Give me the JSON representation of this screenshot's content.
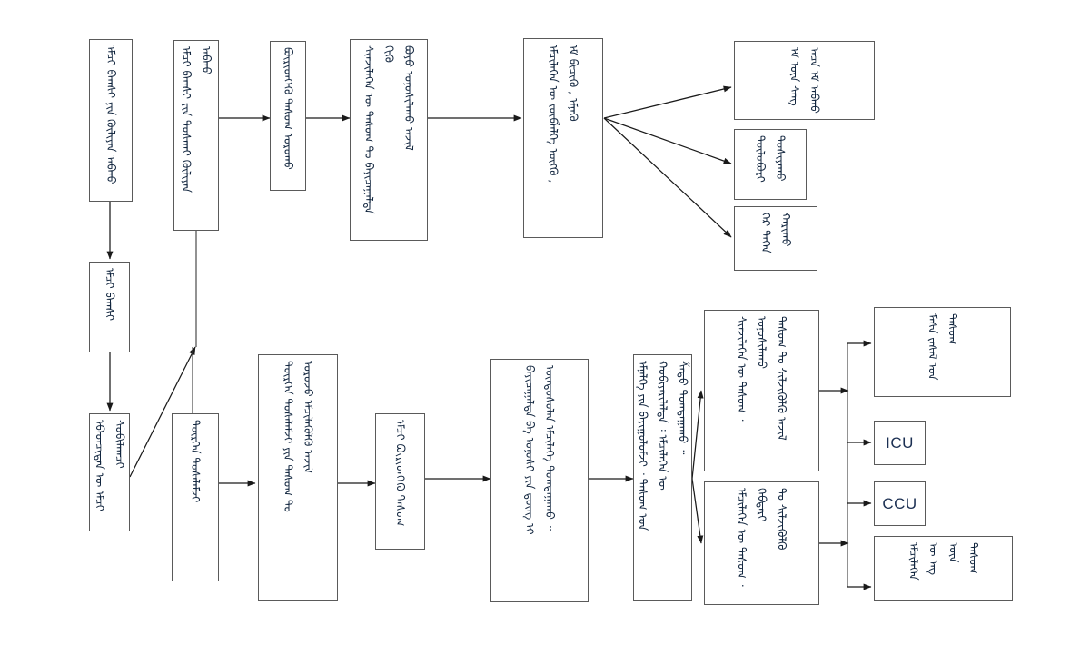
{
  "diagram": {
    "title": "Emergency patient triage and treatment workflow (Traditional Mongolian)",
    "script": "Traditional Mongolian (vertical)",
    "background_color": "#ffffff",
    "box_border_color": "#5a5a5a",
    "line_color": "#1a1a1a",
    "text_color": "#12263f"
  },
  "nodes": {
    "n1": {
      "id": "n1",
      "label": "ᠡᠮᠴᠢ ᠪᠠᠭᠰᠢ ᠶᠢᠨ ᠬᠦᠯᠢᠶᠡᠨ ᠠᠪᠬᠤ",
      "kind": "process"
    },
    "n2": {
      "id": "n2",
      "label": "ᠡᠮᠴᠢ ᠪᠠᠭᠰᠢ ᠶᠢᠨ ᠲᠤᠰᠬᠠᠢ ᠬᠦᠯᠢᠶᠡᠨ ᠠᠪᠬᠤ",
      "kind": "process"
    },
    "n3": {
      "id": "n3",
      "label": "ᠪᠦᠷᠢᠳᠬᠡᠬᠦ ᠲᠠᠰᠤᠭ ᠣᠷᠣᠬᠤ",
      "kind": "process"
    },
    "n4": {
      "id": "n4",
      "label": "ᠰᠢᠨᠵᠢᠯᠡᠭᠡᠨ ᠦ ᠲᠠᠰᠤᠭ ᠲᠤ ᠪᠠᠶᠢᠴᠠᠭᠠᠯᠲᠠ ᠬᠢᠬᠦ\nᠪᠤᠶᠤ ᠣᠨᠣᠰᠢᠯᠠᠬᠤ ᠠᠵᠢᠯ",
      "kind": "process"
    },
    "n5": {
      "id": "n5",
      "label": "ᠡᠮᠴᠢᠯᠡᠭᠡᠨ ᠦ ᠵᠥᠪᠯᠡᠯᠭᠡ ᠥᠭᠭᠦ ,\nᠡᠮ ᠪᠢᠴᠢᠬᠦ , ᠡᠮᠨᠡᠬᠦ",
      "kind": "decision"
    },
    "n6": {
      "id": "n6",
      "label": "ᠡᠮ ᠦᠨ ᠰᠠᠩ ᠠᠴᠠ ᠡᠮ ᠠᠪᠬᠤ",
      "kind": "terminal"
    },
    "n7": {
      "id": "n7",
      "label": "ᠲᠥᠯᠥᠪᠦᠷᠢ ᠲᠤᠰᠢᠶᠠᠬᠤ",
      "kind": "terminal"
    },
    "n8": {
      "id": "n8",
      "label": "ᠭᠡᠷ ᠲᠡᠭᠡᠨ ᠬᠠᠷᠢᠬᠤ",
      "kind": "terminal"
    },
    "n9": {
      "id": "n9",
      "label": "ᠡᠮᠴᠢ ᠪᠠᠭᠰᠢ",
      "kind": "process"
    },
    "n10": {
      "id": "n10",
      "label": "ᠲᠦᠷᠭᠡᠨ ᠲᠤᠰᠠᠯᠠᠮᠵᠢ",
      "kind": "process"
    },
    "n11": {
      "id": "n11",
      "label": "ᠡᠪᠡᠳᠴᠢᠲᠡᠨ ᠦ ᠡᠮᠴᠢ ᠰᠤᠪᠢᠯᠠᠭᠴᠢ",
      "kind": "process"
    },
    "n12": {
      "id": "n12",
      "label": "ᠲᠦᠷᠭᠡᠨ ᠲᠤᠰᠠᠯᠠᠮᠵᠢ ᠶᠢᠨ ᠲᠠᠰᠤᠭ ᠲᠤ\nᠣᠷᠣᠵᠤ ᠡᠮᠴᠢᠯᠡᠭᠦᠯᠬᠦ ᠠᠵᠢᠯ",
      "kind": "process"
    },
    "n13": {
      "id": "n13",
      "label": "ᠡᠮᠴᠢ ᠪᠦᠷᠢᠳᠬᠡᠬᠦ ᠲᠠᠰᠤᠭ",
      "kind": "process"
    },
    "n14": {
      "id": "n14",
      "label": "ᠪᠠᠶᠢᠴᠠᠭᠠᠯᠲᠠ ᠪᠠ ᠣᠨᠣᠰᠢ ᠶᠢᠨ ᠳ᠋ᠦᠩ ᠢ\nᠦᠨᠳᠦᠰᠦᠯᠡᠨ ᠡᠮᠴᠢᠯᠡᠭᠡ ᠲᠣᠭᠲᠠᠭᠠᠬᠤ ᠃",
      "kind": "process"
    },
    "n15": {
      "id": "n15",
      "label": "ᠡᠮᠨᠡᠯᠭᠡ ᠶᠢᠨ ᠪᠠᠶᠢᠭᠤᠯᠤᠮᠵᠢ ᠂ ᠲᠠᠰᠤᠭ ᠤᠨ\nᠬᠤᠪᠢᠶᠠᠷᠢᠯᠠᠯᠲᠠ ᠄ ᠡᠮᠴᠢᠯᠡᠭᠡᠨ ᠦ\nᠱᠠᠲᠤ ᠲᠣᠭᠲᠠᠭᠠᠬᠤ ᠃",
      "kind": "decision"
    },
    "n16": {
      "id": "n16",
      "label": "ᠰᠢᠨᠵᠢᠯᠡᠭᠡᠨ ᠦ ᠲᠠᠰᠤᠭ ᠂ ᠣᠨᠣᠰᠢᠯᠠᠬᠤ\nᠲᠠᠰᠤᠭ ᠲᠤ ᠰᠢᠯᠵᠢᠭᠦᠯᠬᠦ ᠠᠵᠢᠯ",
      "kind": "process"
    },
    "n17": {
      "id": "n17",
      "label": "ᠡᠮᠴᠢᠯᠡᠭᠡᠨ ᠦ ᠲᠠᠰᠤᠭ ᠂ ᠬᠡᠪᠲᠡᠷᠢ\nᠲᠤ ᠰᠢᠯᠵᠢᠭᠦᠯᠬᠦ",
      "kind": "process"
    },
    "n18": {
      "id": "n18",
      "label": "ᠮᠡᠰᠡ ᠵᠠᠰᠠᠯ ᠤᠨ ᠲᠠᠰᠤᠭ",
      "kind": "terminal"
    },
    "n19": {
      "id": "n19",
      "label": "ICU",
      "kind": "terminal-latin"
    },
    "n20": {
      "id": "n20",
      "label": "CCU",
      "kind": "terminal-latin"
    },
    "n21": {
      "id": "n21",
      "label": "ᠡᠮᠴᠢᠯᠡᠭᠡᠨ ᠦ ᠡᠩ ᠦᠨ ᠲᠠᠰᠤᠭ",
      "kind": "terminal"
    }
  },
  "edges": [
    {
      "from": "n1",
      "to": "n9",
      "type": "arrow-down"
    },
    {
      "from": "n2",
      "to": "n3",
      "type": "arrow-right"
    },
    {
      "from": "n3",
      "to": "n4",
      "type": "arrow-right"
    },
    {
      "from": "n4",
      "to": "n5",
      "type": "arrow-right"
    },
    {
      "from": "n5",
      "to": "n6",
      "type": "fan-arrow"
    },
    {
      "from": "n5",
      "to": "n7",
      "type": "fan-arrow"
    },
    {
      "from": "n5",
      "to": "n8",
      "type": "fan-arrow"
    },
    {
      "from": "n9",
      "to": "n11",
      "type": "arrow-down"
    },
    {
      "from": "n11",
      "to": "n2",
      "type": "diagonal-arrow-up"
    },
    {
      "from": "n10",
      "to": "n12",
      "type": "arrow-right"
    },
    {
      "from": "n12",
      "to": "n13",
      "type": "arrow-right"
    },
    {
      "from": "n13",
      "to": "n14",
      "type": "arrow-right"
    },
    {
      "from": "n14",
      "to": "n15",
      "type": "arrow-right"
    },
    {
      "from": "n15",
      "to": "n16",
      "type": "fan-arrow"
    },
    {
      "from": "n15",
      "to": "n17",
      "type": "fan-arrow"
    },
    {
      "from": "n16",
      "to": "bus",
      "type": "arrow-right"
    },
    {
      "from": "n17",
      "to": "bus",
      "type": "arrow-right"
    },
    {
      "from": "bus",
      "to": "n18",
      "type": "arrow-right"
    },
    {
      "from": "bus",
      "to": "n19",
      "type": "arrow-right"
    },
    {
      "from": "bus",
      "to": "n20",
      "type": "arrow-right"
    },
    {
      "from": "bus",
      "to": "n21",
      "type": "arrow-right"
    }
  ]
}
